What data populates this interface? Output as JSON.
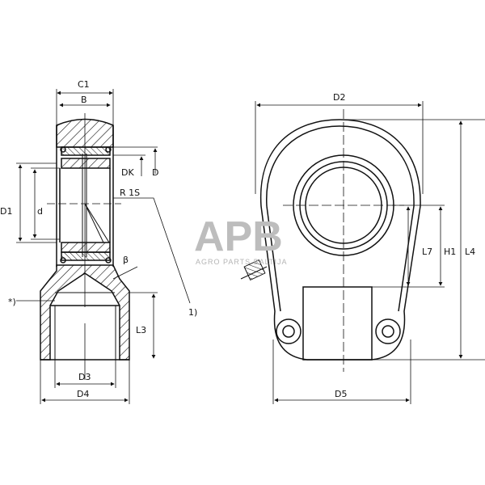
{
  "watermark": {
    "logo": "APB",
    "text": "AGRO PARTS BALTIJA"
  },
  "labels": {
    "C1": "C1",
    "B": "B",
    "DK": "DK",
    "D": "D",
    "D1": "D1",
    "d": "d",
    "R": "R 1S",
    "beta": "β",
    "star": "*)",
    "note1": "1)",
    "L3": "L3",
    "D3": "D3",
    "D4": "D4",
    "D2": "D2",
    "L7": "L7",
    "H1": "H1",
    "L4": "L4",
    "D5": "D5"
  },
  "colors": {
    "line": "#111111",
    "watermark": "#bdbdbd"
  }
}
